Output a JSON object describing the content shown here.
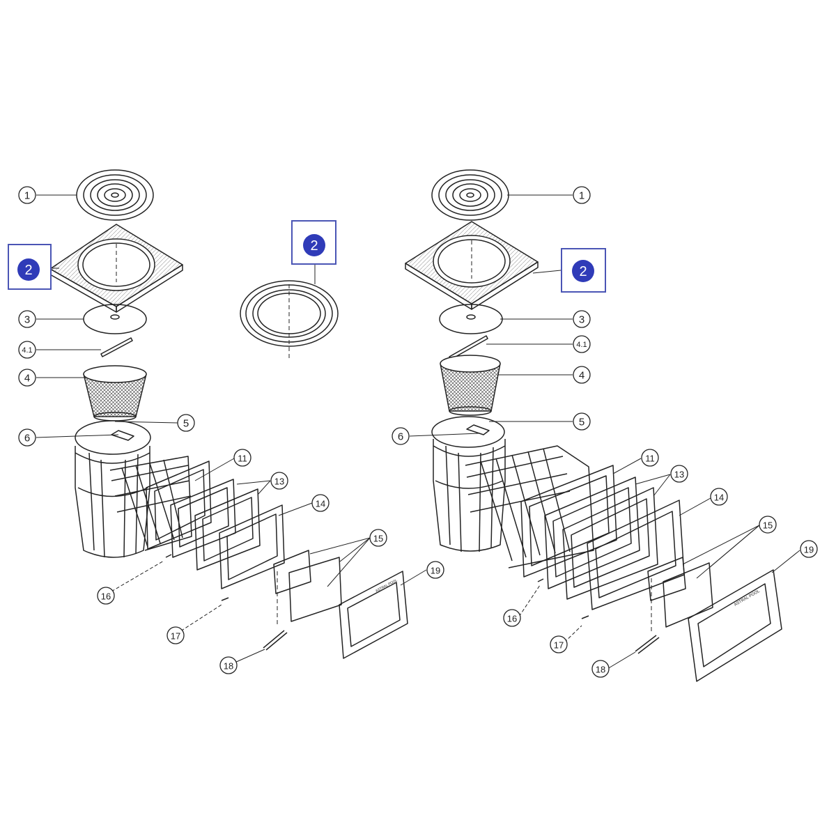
{
  "diagram": {
    "part_labels": {
      "p1": "1",
      "p2": "2",
      "p3": "3",
      "p4_1": "4.1",
      "p4": "4",
      "p5": "5",
      "p6": "6",
      "p11": "11",
      "p13": "13",
      "p14": "14",
      "p15": "15",
      "p16": "16",
      "p17": "17",
      "p18": "18",
      "p19": "19"
    },
    "colors": {
      "line": "#222222",
      "highlight_fill": "#2f3bb8",
      "highlight_box": "#4a55b5",
      "highlight_text": "#ffffff"
    },
    "logo_text": "ASTRAL POOL"
  }
}
